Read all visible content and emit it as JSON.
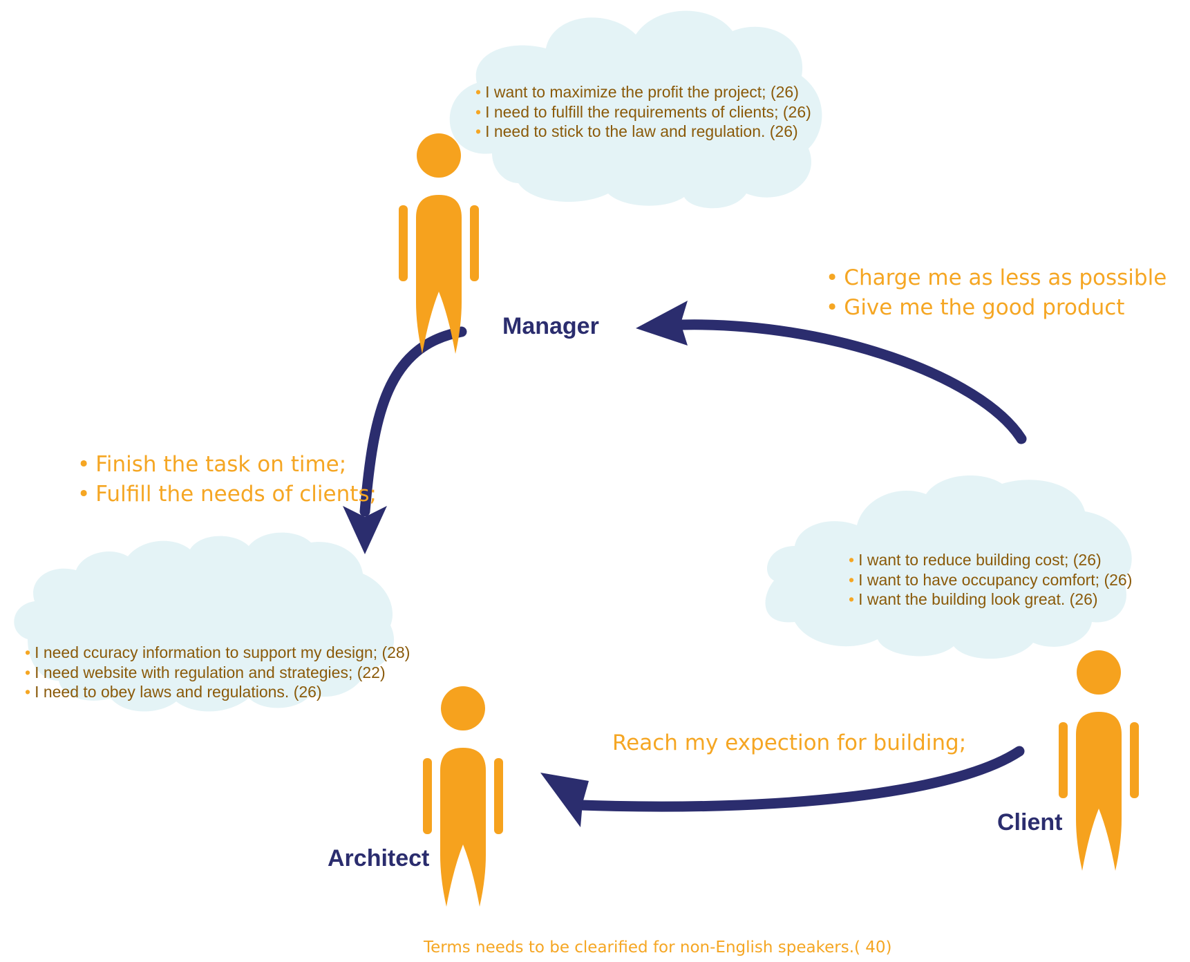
{
  "colors": {
    "cloud": "#e4f3f6",
    "person": "#f6a21e",
    "arrow": "#2b2d6e",
    "label": "#2b2d6e",
    "bullet_text": "#8a5a0a",
    "orange_text": "#f5a623"
  },
  "roles": {
    "manager": "Manager",
    "architect": "Architect",
    "client": "Client"
  },
  "clouds": {
    "manager": [
      "I want to maximize the profit the project; (26)",
      "I need to fulfill the requirements of clients; (26)",
      "I need to stick to the law and regulation. (26)"
    ],
    "client": [
      "I want to reduce building cost; (26)",
      "I want to have occupancy comfort; (26)",
      "I want the building look great. (26)"
    ],
    "architect": [
      "I need ccuracy information to support my design; (28)",
      "I need website with regulation and strategies; (22)",
      "I need to obey laws and regulations. (26)"
    ]
  },
  "arrows": {
    "client_to_manager": [
      "Charge me as less as possible",
      "Give me the good product"
    ],
    "manager_to_architect": [
      "Finish the task on time;",
      "Fulfill the needs of clients;"
    ],
    "client_to_architect": "Reach my expection for building;"
  },
  "bullet_glyph": "•",
  "footnote": "Terms needs to be clearified for non-English speakers.( 40)"
}
